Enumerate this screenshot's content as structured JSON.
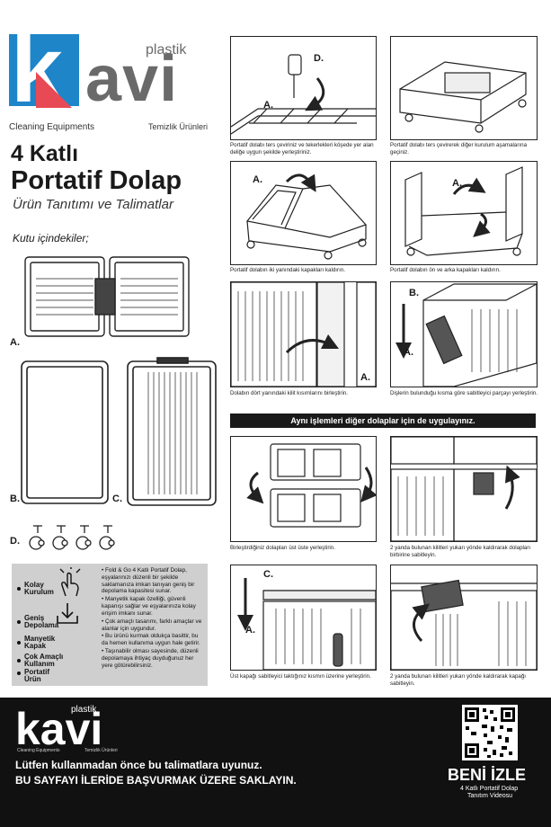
{
  "brand": {
    "logo_letters": "kavi",
    "plastik": "plastik",
    "avi": "avi",
    "tag_left": "Cleaning Equipments",
    "tag_right": "Temizlik Ürünleri"
  },
  "title": {
    "line1": "4 Katlı",
    "line2": "Portatif Dolap",
    "subtitle": "Ürün Tanıtımı ve Talimatlar"
  },
  "contents": {
    "label": "Kutu içindekiler;",
    "parts": [
      "A.",
      "B.",
      "C.",
      "D."
    ]
  },
  "steps": [
    {
      "caption": "Portatif dolabı ters çeviriniz ve tekerlekleri köşede yer alan deliğe uygun şekilde yerleştiriniz.",
      "labels": [
        "A.",
        "D."
      ]
    },
    {
      "caption": "Portatif dolabı ters çevirerek diğer kurulum aşamalarına geçiniz.",
      "labels": []
    },
    {
      "caption": "Portatif dolabın iki yanındaki kapakları kaldırın.",
      "labels": [
        "A."
      ]
    },
    {
      "caption": "Portatif dolabın ön ve arka kapakları kaldırın.",
      "labels": [
        "A."
      ]
    },
    {
      "caption": "Dolabın dört yanındaki kilit kısımlarını birleştirin.",
      "labels": [
        "A."
      ]
    },
    {
      "caption": "Dişlerin bulunduğu kısma göre sabitleyici parçayı yerleştirin.",
      "labels": [
        "B.",
        "A."
      ]
    },
    {
      "caption": "Birleştirdiğiniz dolapları üst üste yerleştirin.",
      "labels": []
    },
    {
      "caption": "2 yanda bulunan kilitleri yukarı yönde kaldırarak dolapları birbirine sabitleyin.",
      "labels": []
    },
    {
      "caption": "Üst kapağı sabitleyici taktığınız kısmın üzerine yerleştirin.",
      "labels": [
        "C.",
        "A."
      ]
    },
    {
      "caption": "2 yanda bulunan kilitleri yukarı yönde kaldırarak kapağı sabitleyin.",
      "labels": []
    }
  ],
  "banner": "Aynı işlemleri diğer dolaplar için de uygulayınız.",
  "features": [
    {
      "label": "Kolay Kurulum",
      "icon": "hand-tap-icon"
    },
    {
      "label": "Geniş Depolama",
      "icon": "download-tray-icon"
    },
    {
      "label": "Manyetik Kapak",
      "icon": ""
    },
    {
      "label": "Çok Amaçlı Kullanım",
      "icon": ""
    },
    {
      "label": "Portatif Ürün",
      "icon": ""
    }
  ],
  "bullets": [
    "• Fold & Go 4 Katlı Portatif Dolap, eşyalarınızı düzenli bir şekilde saklamanıza imkan tanıyan geniş bir depolama kapasitesi sunar.",
    "• Manyetik kapak özelliği, güvenli kapanışı sağlar ve eşyalarınıza kolay erişim imkanı sunar.",
    "• Çok amaçlı tasarımı, farklı amaçlar ve alanlar için uygundur.",
    "• Bu ürünü kurmak oldukça basittir, bu da hemen kullanıma uygun hale getirir.",
    "• Taşınabilir olması sayesinde, düzenli depolamaya ihtiyaç duyduğunuz her yere götürebilirsiniz."
  ],
  "footer": {
    "kavi": "kavi",
    "plastik": "plastik",
    "tag_left": "Cleaning Equipments",
    "tag_right": "Temizlik Ürünleri",
    "line1": "Lütfen kullanmadan önce bu talimatlara uyunuz.",
    "line2": "BU SAYFAYI İLERİDE BAŞVURMAK ÜZERE SAKLAYIN.",
    "watch": "BENİ İZLE",
    "video_line1": "4 Katlı Portatif Dolap",
    "video_line2": "Tanıtım Videosu"
  }
}
